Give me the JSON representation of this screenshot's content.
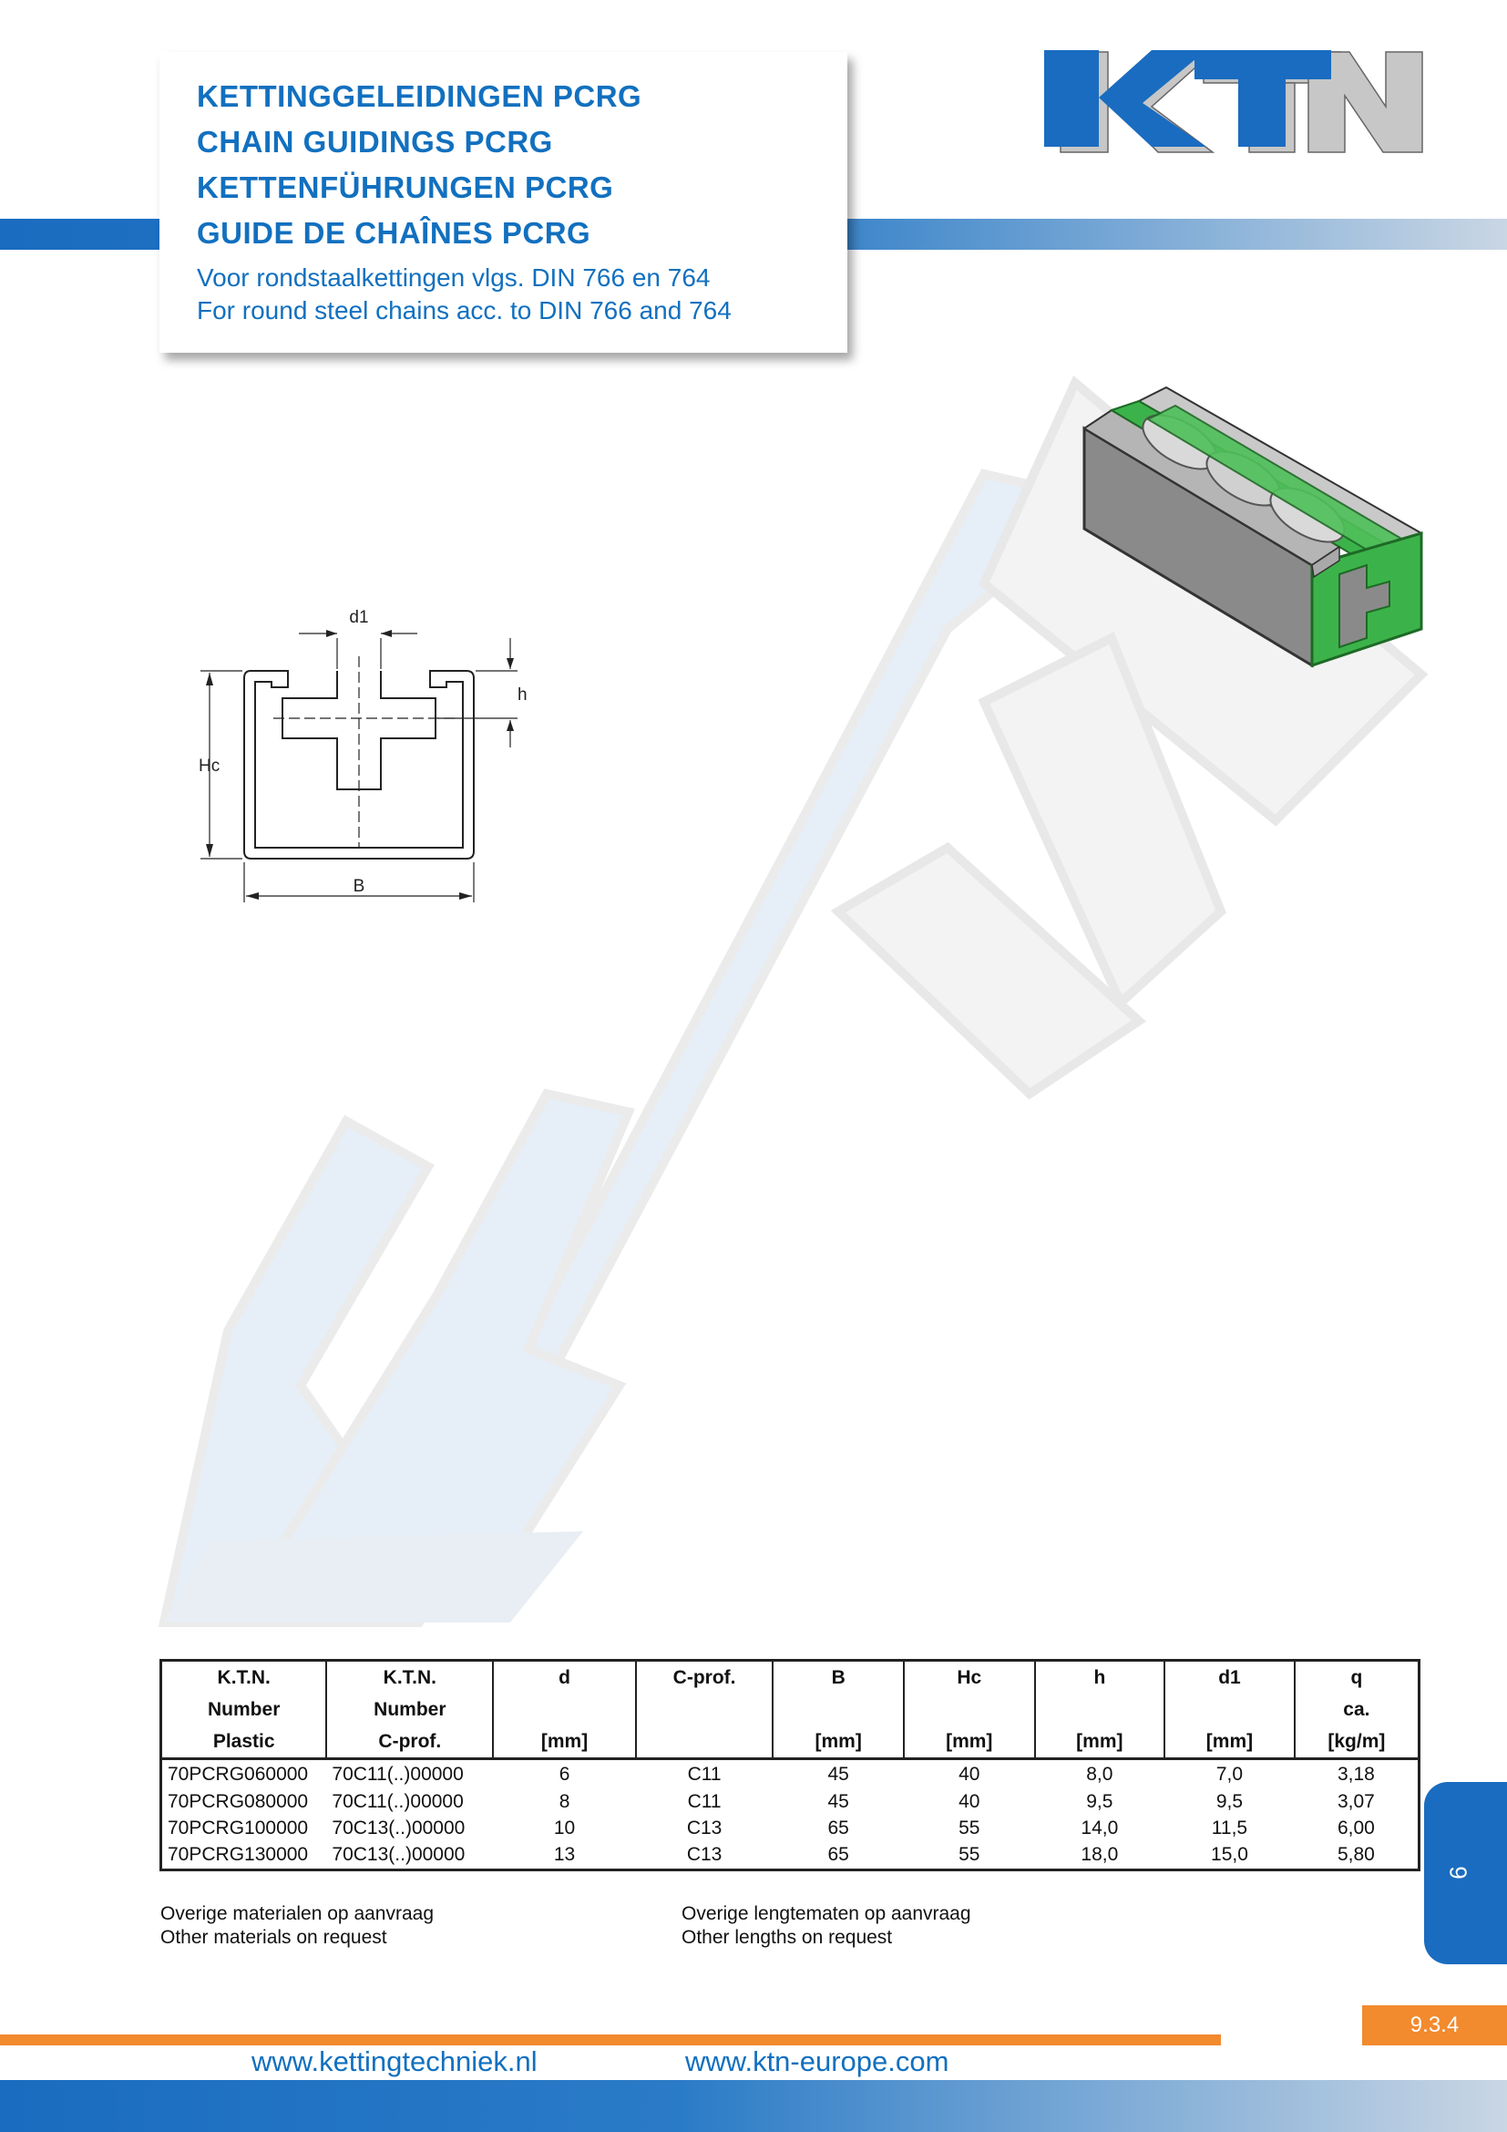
{
  "header": {
    "title_lines": [
      "KETTINGGELEIDINGEN PCRG",
      "CHAIN GUIDINGS PCRG",
      "KETTENFÜHRUNGEN PCRG",
      "GUIDE DE CHAÎNES PCRG"
    ],
    "subtitle_lines": [
      "Voor rondstaalkettingen vlgs. DIN 766 en 764",
      "For round steel chains acc. to DIN 766 and 764"
    ]
  },
  "logo": {
    "text": "KTN"
  },
  "drawing_labels": {
    "d1": "d1",
    "h": "h",
    "hc": "Hc",
    "b": "B"
  },
  "table": {
    "headers": [
      [
        "K.T.N.",
        "Number",
        "Plastic"
      ],
      [
        "K.T.N.",
        "Number",
        "C-prof."
      ],
      [
        "d",
        "",
        "[mm]"
      ],
      [
        "C-prof.",
        "",
        ""
      ],
      [
        "B",
        "",
        "[mm]"
      ],
      [
        "Hc",
        "",
        "[mm]"
      ],
      [
        "h",
        "",
        "[mm]"
      ],
      [
        "d1",
        "",
        "[mm]"
      ],
      [
        "q",
        "ca.",
        "[kg/m]"
      ]
    ],
    "rows": [
      [
        "70PCRG060000",
        "70C11(..)00000",
        "6",
        "C11",
        "45",
        "40",
        "8,0",
        "7,0",
        "3,18"
      ],
      [
        "70PCRG080000",
        "70C11(..)00000",
        "8",
        "C11",
        "45",
        "40",
        "9,5",
        "9,5",
        "3,07"
      ],
      [
        "70PCRG100000",
        "70C13(..)00000",
        "10",
        "C13",
        "65",
        "55",
        "14,0",
        "11,5",
        "6,00"
      ],
      [
        "70PCRG130000",
        "70C13(..)00000",
        "13",
        "C13",
        "65",
        "55",
        "18,0",
        "15,0",
        "5,80"
      ]
    ]
  },
  "notes": {
    "left": [
      "Overige materialen op aanvraag",
      "Other materials on request"
    ],
    "right": [
      "Overige lengtematen op aanvraag",
      "Other lengths on request"
    ]
  },
  "side_tab": "9",
  "page_ref": "9.3.4",
  "footer": {
    "url_left": "www.kettingtechniek.nl",
    "url_right": "www.ktn-europe.com"
  },
  "colors": {
    "brand_blue": "#1270bf",
    "accent_orange": "#f28a2e",
    "product_green": "#3cb34a"
  }
}
